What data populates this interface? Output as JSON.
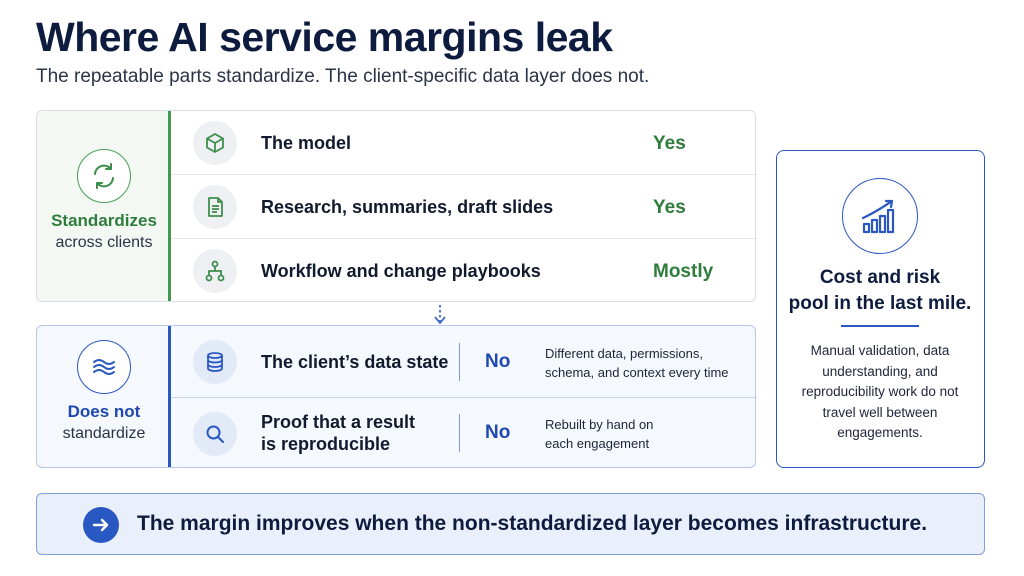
{
  "header": {
    "title": "Where AI service margins leak",
    "subtitle": "The repeatable parts standardize. The client-specific data layer does not."
  },
  "standardizes": {
    "label_1": "Standardizes",
    "label_2": "across clients",
    "icon": "refresh-icon",
    "rows": [
      {
        "icon": "cube-icon",
        "text": "The model",
        "value": "Yes"
      },
      {
        "icon": "document-icon",
        "text": "Research, summaries, draft slides",
        "value": "Yes"
      },
      {
        "icon": "workflow-icon",
        "text": "Workflow and change playbooks",
        "value": "Mostly"
      }
    ]
  },
  "not_standardize": {
    "label_1": "Does not",
    "label_2": "standardize",
    "icon": "waves-icon",
    "rows": [
      {
        "icon": "database-icon",
        "text_1": "The client’s data state",
        "text_2": "",
        "value": "No",
        "desc_1": "Different data, permissions,",
        "desc_2": "schema, and context every time"
      },
      {
        "icon": "magnifier-icon",
        "text_1": "Proof that a result",
        "text_2": "is reproducible",
        "value": "No",
        "desc_1": "Rebuilt by hand on",
        "desc_2": "each engagement"
      }
    ]
  },
  "card": {
    "icon": "growth-chart-icon",
    "title_1": "Cost and risk",
    "title_2": "pool in the last mile.",
    "text_1": "Manual validation, data",
    "text_2": "understanding, and",
    "text_3": "reproducibility work do not",
    "text_4": "travel well between",
    "text_5": "engagements."
  },
  "banner": {
    "icon": "arrow-right-icon",
    "text": "The margin improves when the non-standardized layer becomes infrastructure."
  },
  "colors": {
    "green": "#2f7d3c",
    "blue": "#2a58c3",
    "navy": "#0d1b3e"
  }
}
